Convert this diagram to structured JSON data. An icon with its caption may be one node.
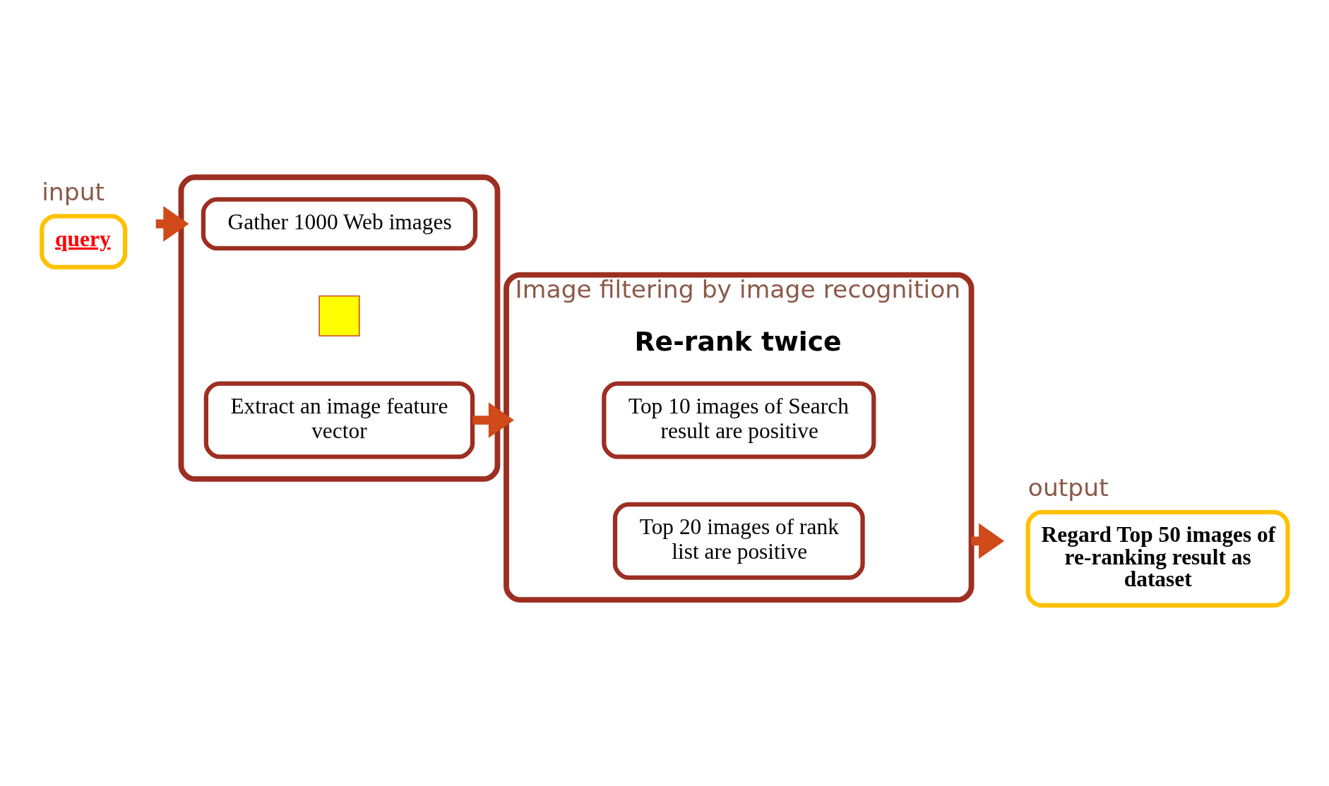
{
  "diagram": {
    "nodes": [
      {
        "text": [
          "input",
          "query"
        ]
      },
      {
        "text": [],
        "shape": "box"
      },
      {
        "text": [
          "Gather 1000 Web images"
        ],
        "in": 1
      },
      {
        "text": [],
        "shape": "plus",
        "in": 1
      },
      {
        "text": [
          "Extract an image feature vector"
        ],
        "in": 1
      },
      {
        "text": [
          "Image filtering by image recognition",
          "Re-rank twice"
        ]
      },
      {
        "text": [
          "Top 10 images of Search result are positive"
        ],
        "in": 5
      },
      {
        "text": [
          "Top 20 images of rank list are positive"
        ],
        "in": 5
      },
      {
        "text": [
          "output",
          "Regard Top 50 images of re-ranking result as dataset"
        ]
      }
    ],
    "edges": [
      {
        "from": 0,
        "to": 1,
        "arrow": "to"
      },
      {
        "from": 4,
        "to": 5,
        "arrow": "to"
      },
      {
        "from": 5,
        "to": 8,
        "arrow": "to"
      }
    ]
  }
}
